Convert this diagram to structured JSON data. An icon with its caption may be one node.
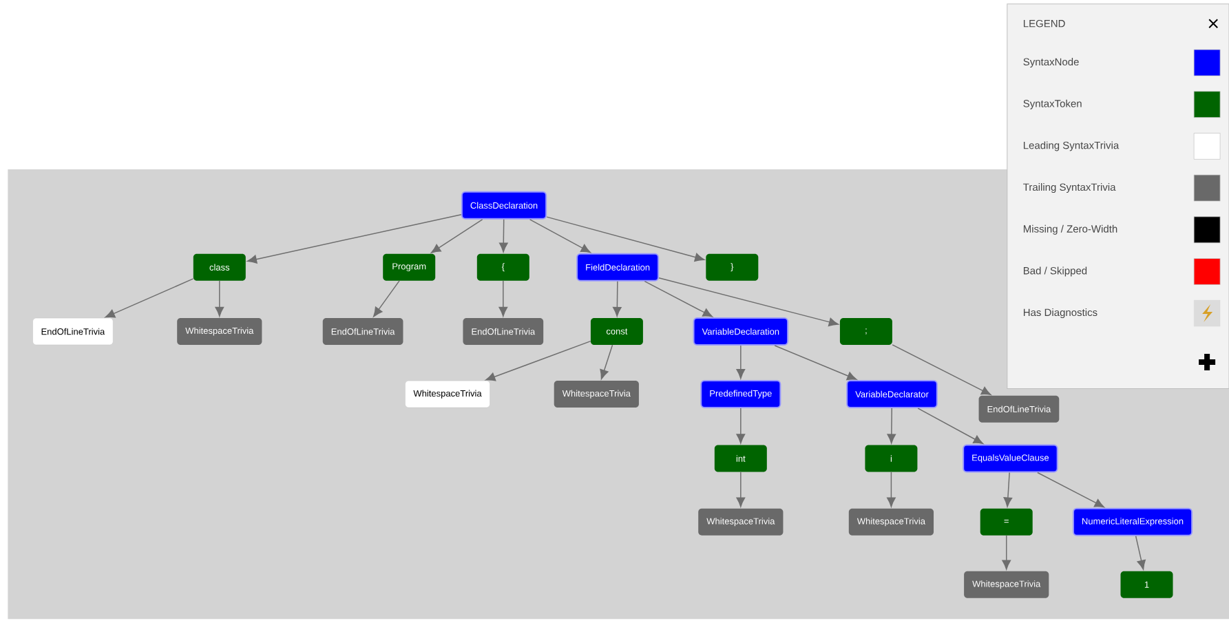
{
  "diagram": {
    "nodes": [
      {
        "text": [
          "ClassDeclaration"
        ]
      },
      {
        "text": [
          "class"
        ]
      },
      {
        "text": [
          "Program"
        ]
      },
      {
        "text": [
          "{"
        ]
      },
      {
        "text": [
          "FieldDeclaration"
        ]
      },
      {
        "text": [
          "}"
        ]
      },
      {
        "text": [
          "EndOfLineTrivia"
        ]
      },
      {
        "text": [
          "WhitespaceTrivia"
        ]
      },
      {
        "text": [
          "EndOfLineTrivia"
        ]
      },
      {
        "text": [
          "EndOfLineTrivia"
        ]
      },
      {
        "text": [
          "const"
        ]
      },
      {
        "text": [
          "VariableDeclaration"
        ]
      },
      {
        "text": [
          ";"
        ]
      },
      {
        "text": [
          "WhitespaceTrivia"
        ]
      },
      {
        "text": [
          "WhitespaceTrivia"
        ]
      },
      {
        "text": [
          "PredefinedType"
        ]
      },
      {
        "text": [
          "VariableDeclarator"
        ]
      },
      {
        "text": [
          "EndOfLineTrivia"
        ]
      },
      {
        "text": [
          "int"
        ]
      },
      {
        "text": [
          "i"
        ]
      },
      {
        "text": [
          "EqualsValueClause"
        ]
      },
      {
        "text": [
          "WhitespaceTrivia"
        ]
      },
      {
        "text": [
          "WhitespaceTrivia"
        ]
      },
      {
        "text": [
          "="
        ]
      },
      {
        "text": [
          "NumericLiteralExpression"
        ]
      },
      {
        "text": [
          "WhitespaceTrivia"
        ]
      },
      {
        "text": [
          "1"
        ]
      }
    ],
    "edges": [
      {
        "from": 0,
        "to": 1,
        "arrow": "to"
      },
      {
        "from": 0,
        "to": 2,
        "arrow": "to"
      },
      {
        "from": 0,
        "to": 3,
        "arrow": "to"
      },
      {
        "from": 0,
        "to": 4,
        "arrow": "to"
      },
      {
        "from": 0,
        "to": 5,
        "arrow": "to"
      },
      {
        "from": 1,
        "to": 6,
        "arrow": "to"
      },
      {
        "from": 1,
        "to": 7,
        "arrow": "to"
      },
      {
        "from": 2,
        "to": 8,
        "arrow": "to"
      },
      {
        "from": 3,
        "to": 9,
        "arrow": "to"
      },
      {
        "from": 4,
        "to": 10,
        "arrow": "to"
      },
      {
        "from": 4,
        "to": 11,
        "arrow": "to"
      },
      {
        "from": 4,
        "to": 12,
        "arrow": "to"
      },
      {
        "from": 10,
        "to": 13,
        "arrow": "to"
      },
      {
        "from": 10,
        "to": 14,
        "arrow": "to"
      },
      {
        "from": 11,
        "to": 15,
        "arrow": "to"
      },
      {
        "from": 11,
        "to": 16,
        "arrow": "to"
      },
      {
        "from": 12,
        "to": 17,
        "arrow": "to"
      },
      {
        "from": 15,
        "to": 18,
        "arrow": "to"
      },
      {
        "from": 16,
        "to": 19,
        "arrow": "to"
      },
      {
        "from": 16,
        "to": 20,
        "arrow": "to"
      },
      {
        "from": 18,
        "to": 21,
        "arrow": "to"
      },
      {
        "from": 19,
        "to": 22,
        "arrow": "to"
      },
      {
        "from": 20,
        "to": 23,
        "arrow": "to"
      },
      {
        "from": 20,
        "to": 24,
        "arrow": "to"
      },
      {
        "from": 23,
        "to": 25,
        "arrow": "to"
      },
      {
        "from": 24,
        "to": 26,
        "arrow": "to"
      }
    ],
    "labels": [
      "LEGEND"
    ],
    "legend": [
      {
        "text": "SyntaxNode",
        "color": "#0000ff"
      },
      {
        "text": "SyntaxToken",
        "color": "#006400"
      },
      {
        "text": "Leading SyntaxTrivia",
        "color": "#ffffff"
      },
      {
        "text": "Trailing SyntaxTrivia",
        "color": "#696969"
      },
      {
        "text": "Missing / Zero-Width",
        "color": "#000000"
      },
      {
        "text": "Bad / Skipped",
        "color": "#ff0000"
      },
      {
        "text": "Has Diagnostics"
      }
    ]
  }
}
